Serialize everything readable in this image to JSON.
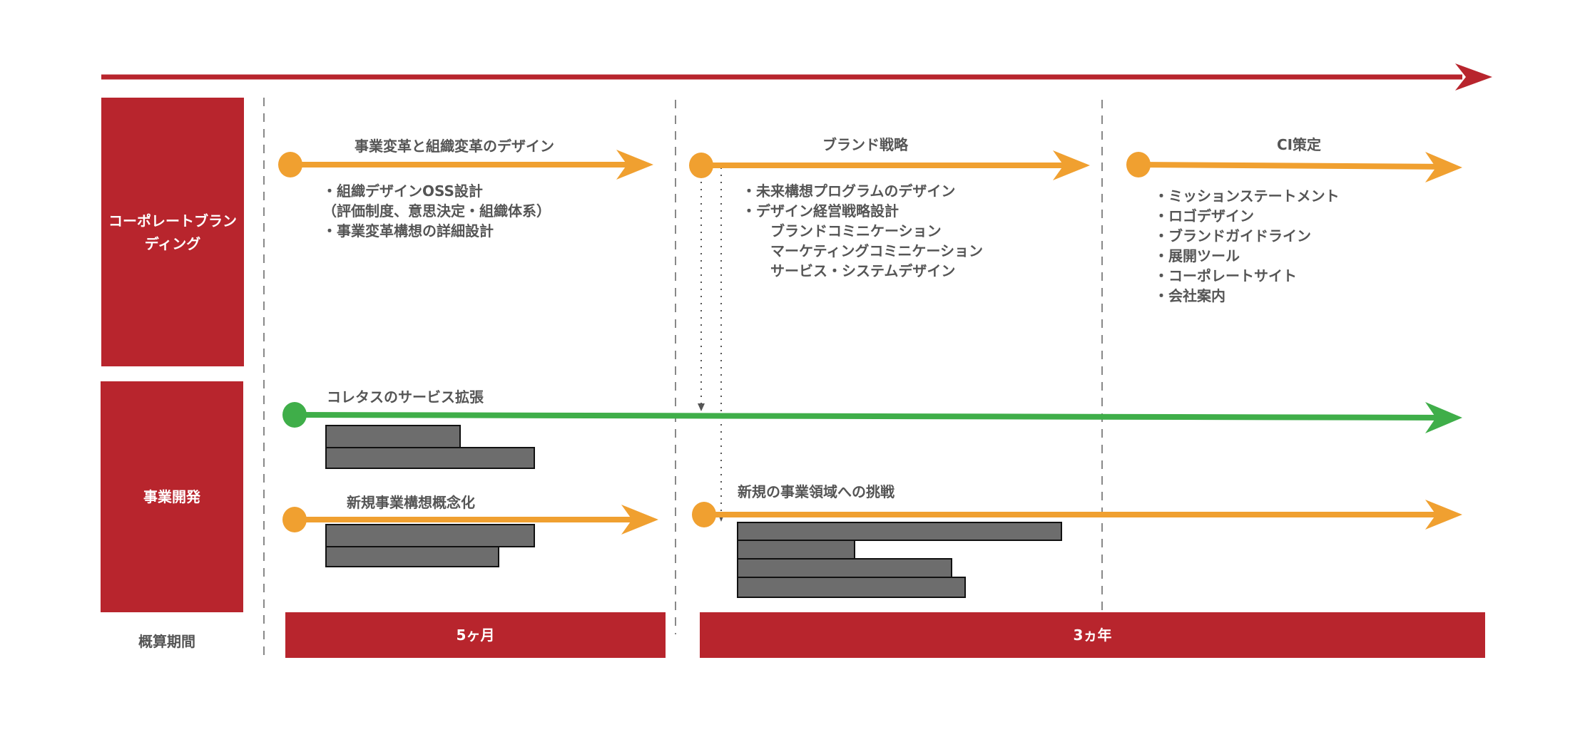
{
  "colors": {
    "red": "#b8252d",
    "orange": "#f0a030",
    "green": "#3fae49",
    "gray_bar": "#6d6d6d",
    "text": "#555555"
  },
  "rows": {
    "corporate_branding": "コーポレートブランディング",
    "business_development": "事業開発",
    "estimated_period": "概算期間"
  },
  "phases": {
    "design": {
      "title": "事業変革と組織変革のデザイン",
      "items": [
        "・組織デザインOSS設計",
        "（評価制度、意思決定・組織体系）",
        "・事業変革構想の詳細設計"
      ]
    },
    "brand": {
      "title": "ブランド戦略",
      "items": [
        "・未来構想プログラムのデザイン",
        "・デザイン経営戦略設計"
      ],
      "sub_items": [
        "ブランドコミニケーション",
        "マーケティングコミニケーション",
        "サービス・システムデザイン"
      ]
    },
    "ci": {
      "title": "CI策定",
      "items": [
        "・ミッションステートメント",
        "・ロゴデザイン",
        "・ブランドガイドライン",
        "・展開ツール",
        "・コーポレートサイト",
        "・会社案内"
      ]
    }
  },
  "business": {
    "service_expansion": "コレタスのサービス拡張",
    "new_concept": "新規事業構想概念化",
    "new_domain": "新規の事業領域への挑戦"
  },
  "periods": {
    "short": "5ヶ月",
    "long": "3ヵ年"
  }
}
